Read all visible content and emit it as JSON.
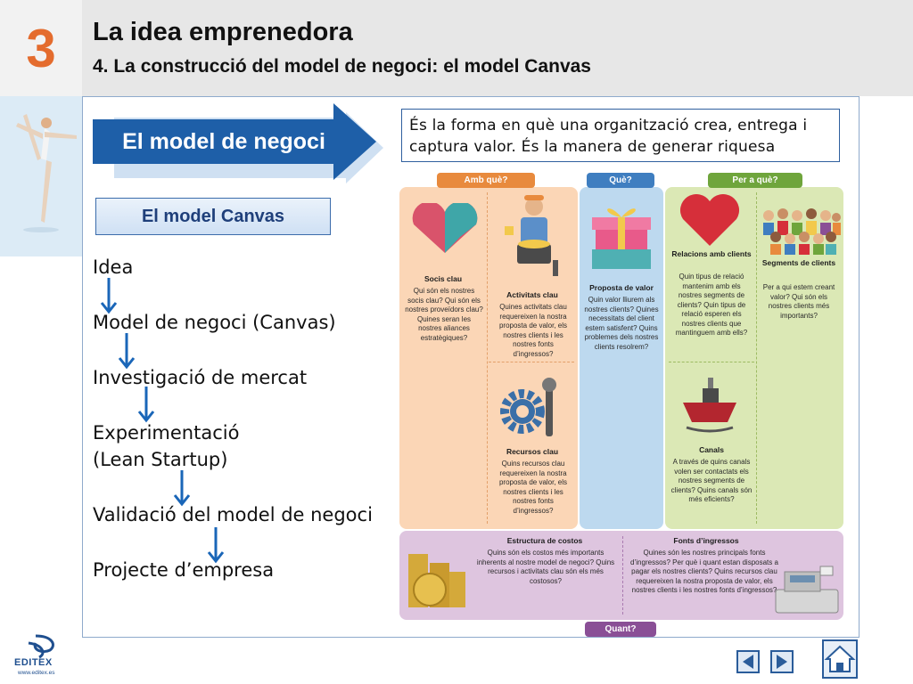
{
  "header": {
    "unit_number": "3",
    "title": "La idea emprenedora",
    "subtitle": "4. La construcció del model de negoci: el model Canvas"
  },
  "banner": {
    "label": "El model de negoci"
  },
  "definition": {
    "text": "És la forma en què una organització crea, entrega i captura valor. És la manera de generar riquesa"
  },
  "canvas_label": "El model Canvas",
  "steps": [
    "Idea",
    "Model de negoci (Canvas)",
    "Investigació de mercat",
    "Experimentació",
    "(Lean Startup)",
    "Validació del model de negoci",
    "Projecte d’empresa"
  ],
  "diagram": {
    "tabs": {
      "how": "Amb què?",
      "what": "Què?",
      "who": "Per a què?",
      "how_much": "Quant?"
    },
    "socis": {
      "title": "Socis clau",
      "text": "Qui són els nostres socis clau? Qui són els nostres proveïdors clau? Quines seran les nostres aliances estratègiques?"
    },
    "activitats": {
      "title": "Activitats clau",
      "text": "Quines activitats clau requereixen la nostra proposta de valor, els nostres clients i les nostres fonts d’ingressos?"
    },
    "recursos": {
      "title": "Recursos clau",
      "text": "Quins recursos clau requereixen la nostra proposta de valor, els nostres clients i les nostres fonts d’ingressos?"
    },
    "proposta": {
      "title": "Proposta de valor",
      "text": "Quin valor lliurem als nostres clients? Quines necessitats del client estem satisfent? Quins problemes dels nostres clients resolrem?"
    },
    "relacions": {
      "title": "Relacions amb clients",
      "text": "Quin tipus de relació mantenim amb els nostres segments de clients? Quin tipus de relació esperen els nostres clients que mantinguem amb ells?"
    },
    "canals": {
      "title": "Canals",
      "text": "A través de quins canals volen ser contactats els nostres segments de clients? Quins canals són més eficients?"
    },
    "segments": {
      "title": "Segments de clients",
      "text": "Per a qui estem creant valor? Qui són els nostres clients més importants?"
    },
    "costos": {
      "title": "Estructura de costos",
      "text": "Quins són els costos més importants inherents al nostre model de negoci? Quins recursos i activitats clau són els més costosos?"
    },
    "ingressos": {
      "title": "Fonts d’ingressos",
      "text": "Quines són les nostres principals fonts d’ingressos? Per què i quant estan disposats a pagar els nostres clients? Quins recursos clau requereixen la nostra proposta de valor, els nostres clients i les nostres fonts d’ingressos?"
    }
  },
  "footer": {
    "logo_text": "EDITEX",
    "logo_url": "www.editex.es"
  },
  "colors": {
    "unit_number": "#e46c2e",
    "banner": "#1e5fa8",
    "orange_col": "#fbd3b2",
    "blue_col": "#bcd8ee",
    "green_col": "#d9e7b3",
    "purple_row": "#dcc2dd",
    "tab_orange": "#e88a3d",
    "tab_blue": "#3f7ec0",
    "tab_green": "#6fa53c",
    "tab_purple": "#8a4f96",
    "arrow": "#1a66b8"
  }
}
